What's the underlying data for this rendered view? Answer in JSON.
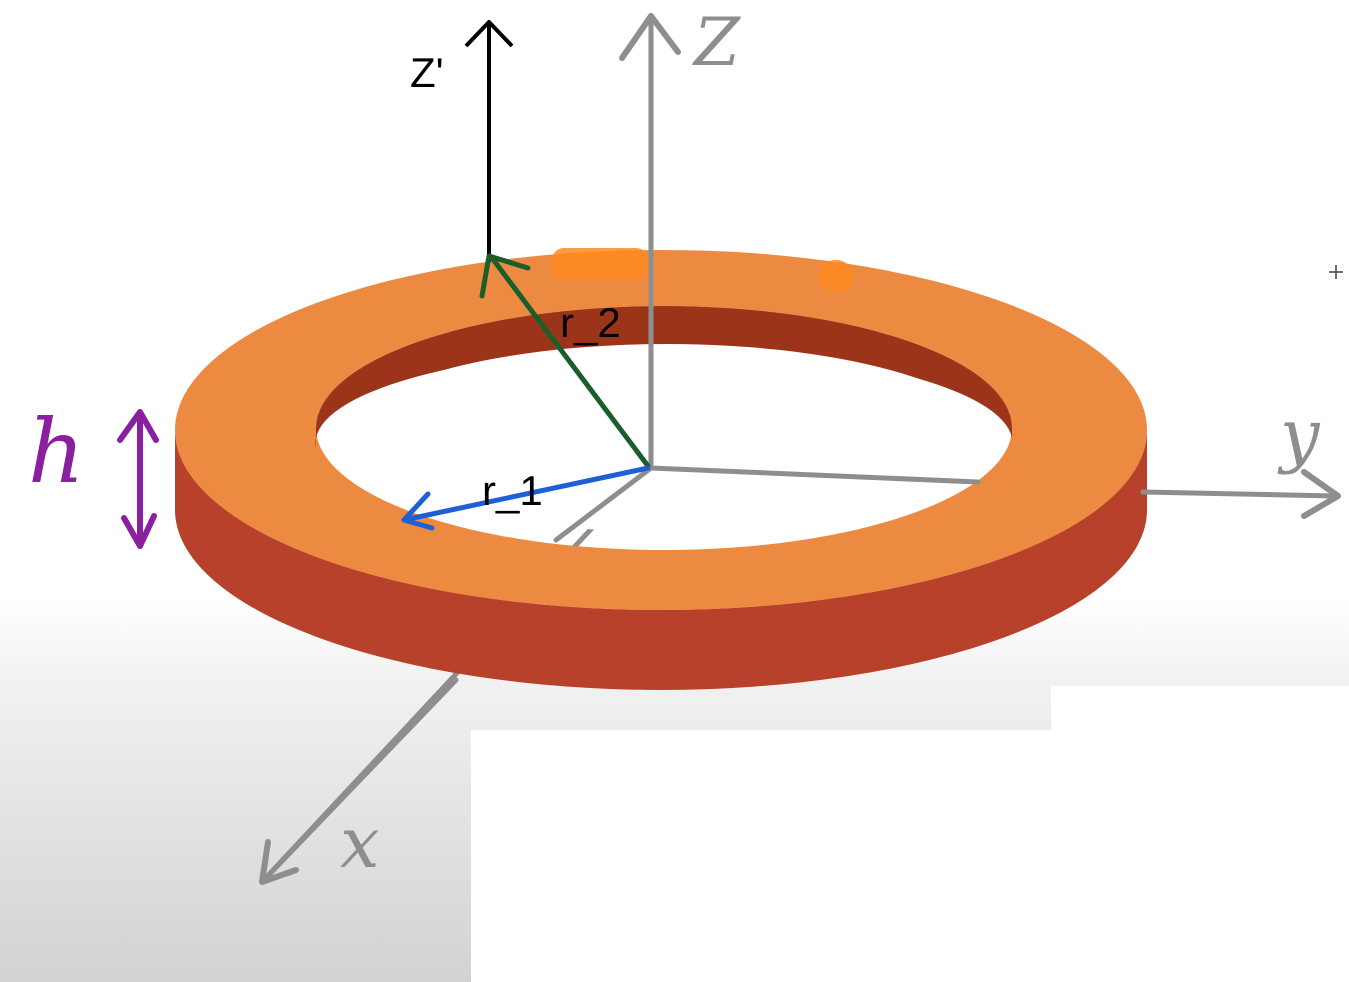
{
  "labels": {
    "z_prime": "Z'",
    "z_axis": "Z",
    "y_axis": "y",
    "x_axis": "x",
    "height": "h",
    "inner_radius": "r_1",
    "outer_radius": "r_2"
  },
  "colors": {
    "ring_top": "#ec8a42",
    "ring_side": "#b7412b",
    "ring_inner_wall": "#9c3419",
    "axis_gray": "#8e8e8e",
    "z_prime_arrow": "#000000",
    "r1_arrow": "#1f5fd6",
    "r2_arrow": "#1a5e2a",
    "height_marker": "#8a1fa0",
    "highlight_orange": "#ff8a1e"
  }
}
